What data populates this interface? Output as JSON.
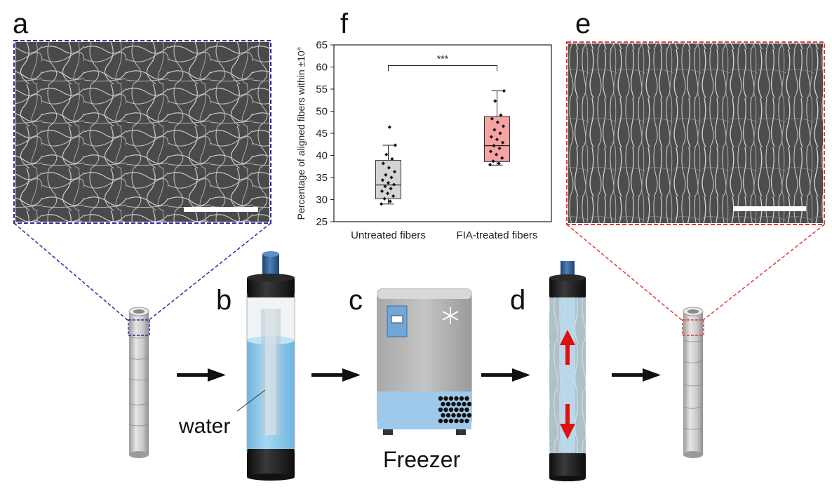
{
  "panels": {
    "a": "a",
    "b": "b",
    "c": "c",
    "d": "d",
    "e": "e",
    "f": "f"
  },
  "labels": {
    "water": "water",
    "freezer": "Freezer"
  },
  "colors": {
    "blue_frame": "#2b2b9e",
    "red_frame": "#e03a3a",
    "water": "#8ec9ea",
    "box_untreated": "#d4d4d4",
    "box_treated": "#f5a3a3",
    "arrow": "#111111",
    "red_arrow": "#e01010",
    "cap": "#1a1a1a",
    "rod": "#2f5f9a"
  },
  "chart_data": {
    "type": "box",
    "ylabel": "Percentage of aligned fibers within ±10°",
    "ylim": [
      25,
      65
    ],
    "yticks": [
      "25",
      "30",
      "35",
      "40",
      "45",
      "50",
      "55",
      "60",
      "65"
    ],
    "categories": [
      "Untreated fibers",
      "FIA-treated fibers"
    ],
    "significance": "***",
    "boxes": [
      {
        "category": "Untreated fibers",
        "whisker_low": 29.0,
        "q1": 30.2,
        "median": 33.3,
        "q3": 38.9,
        "whisker_high": 42.3,
        "points": [
          29.0,
          29.6,
          30.2,
          30.8,
          31.4,
          31.9,
          32.5,
          33.0,
          33.4,
          33.8,
          34.4,
          35.0,
          35.6,
          36.3,
          37.2,
          38.2,
          39.2,
          40.2,
          42.3,
          46.4
        ]
      },
      {
        "category": "FIA-treated fibers",
        "whisker_low": 37.8,
        "q1": 38.6,
        "median": 42.2,
        "q3": 48.8,
        "whisker_high": 54.6,
        "points": [
          37.9,
          38.2,
          38.7,
          39.4,
          40.2,
          40.9,
          41.6,
          42.2,
          42.9,
          43.6,
          44.2,
          45.0,
          45.8,
          46.6,
          47.5,
          48.3,
          49.1,
          52.3,
          54.6
        ]
      }
    ]
  }
}
